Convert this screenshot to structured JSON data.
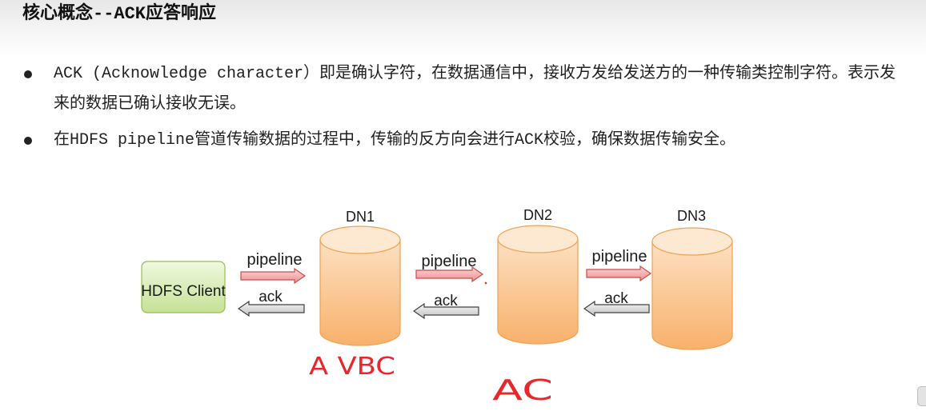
{
  "slide": {
    "title": "核心概念--ACK应答响应",
    "bullets": [
      {
        "lines": [
          "ACK (Acknowledge character）即是确认字符，在数据通信中，接收方发给发送方的一种传输类控制字符。表示发",
          "来的数据已确认接收无误。"
        ]
      },
      {
        "lines": [
          "在HDFS pipeline管道传输数据的过程中，传输的反方向会进行ACK校验，确保数据传输安全。"
        ]
      }
    ]
  },
  "diagram": {
    "client": {
      "label": "HDFS Client"
    },
    "datanodes": [
      {
        "label": "DN1"
      },
      {
        "label": "DN2"
      },
      {
        "label": "DN3"
      }
    ],
    "links": [
      {
        "forward": "pipeline",
        "backward": "ack"
      },
      {
        "forward": "pipeline",
        "backward": "ack"
      },
      {
        "forward": "pipeline",
        "backward": "ack"
      }
    ],
    "handwritten_notes": [
      "A VBC",
      "AC"
    ]
  },
  "colors": {
    "client_fill_top": "#f0f9de",
    "client_fill_bottom": "#c5e196",
    "client_border": "#9bbb59",
    "datanode_fill_top": "#fde0c2",
    "datanode_fill_bottom": "#f8b16b",
    "datanode_top_face": "#fde8d2",
    "datanode_border": "#f0a050",
    "pipeline_fill_top": "#fcd7d7",
    "pipeline_fill_bottom": "#ef8e8e",
    "pipeline_border": "#c0504d",
    "ack_fill_top": "#f5f5f5",
    "ack_fill_bottom": "#c2c2c2",
    "ack_border": "#404040",
    "annotation": "#e8262b"
  }
}
